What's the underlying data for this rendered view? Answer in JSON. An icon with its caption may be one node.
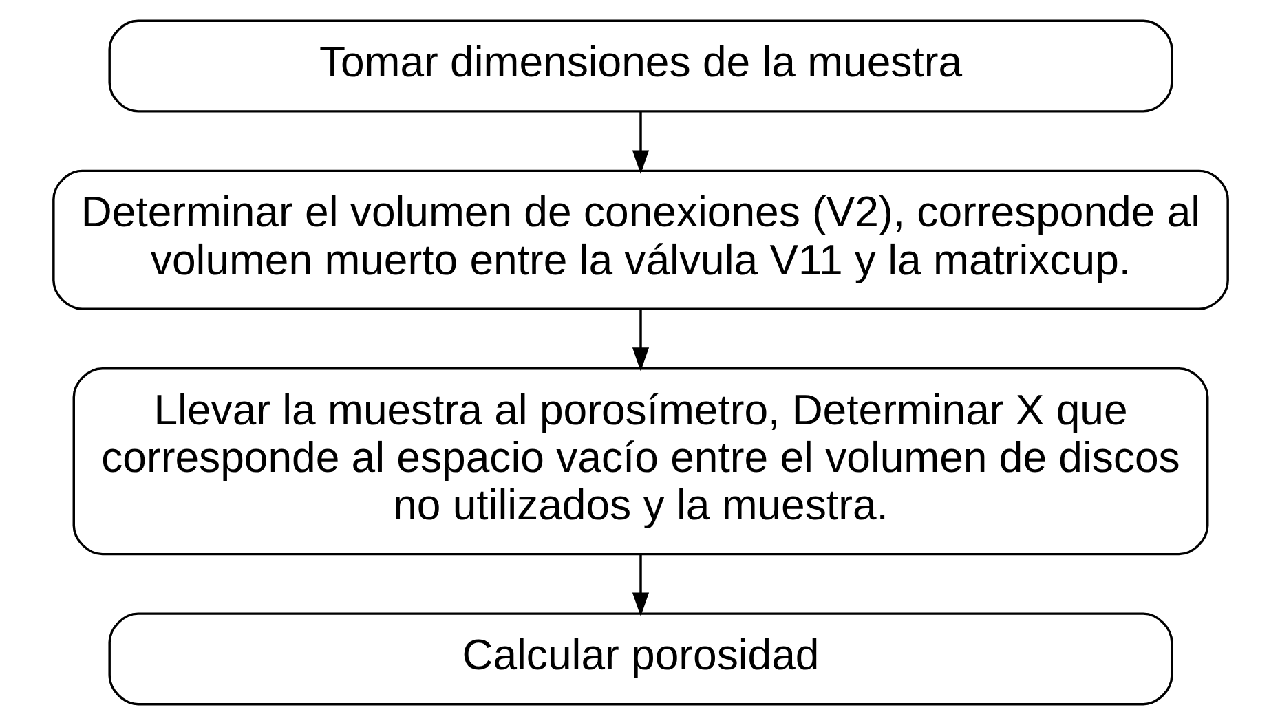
{
  "diagram": {
    "nodes": [
      {
        "text": [
          "Tomar dimensiones de la muestra"
        ]
      },
      {
        "text": [
          "Determinar el volumen de conexiones (V2), corresponde al volumen muerto entre la válvula V11 y la matrixcup."
        ]
      },
      {
        "text": [
          "Llevar la muestra al porosímetro, Determinar X que corresponde al espacio vacío entre el volumen de discos no utilizados y la muestra."
        ]
      },
      {
        "text": [
          "Calcular porosidad"
        ]
      }
    ],
    "edges": [
      {
        "from": 0,
        "to": 1,
        "arrow": "to"
      },
      {
        "from": 1,
        "to": 2,
        "arrow": "to"
      },
      {
        "from": 2,
        "to": 3,
        "arrow": "to"
      }
    ]
  }
}
